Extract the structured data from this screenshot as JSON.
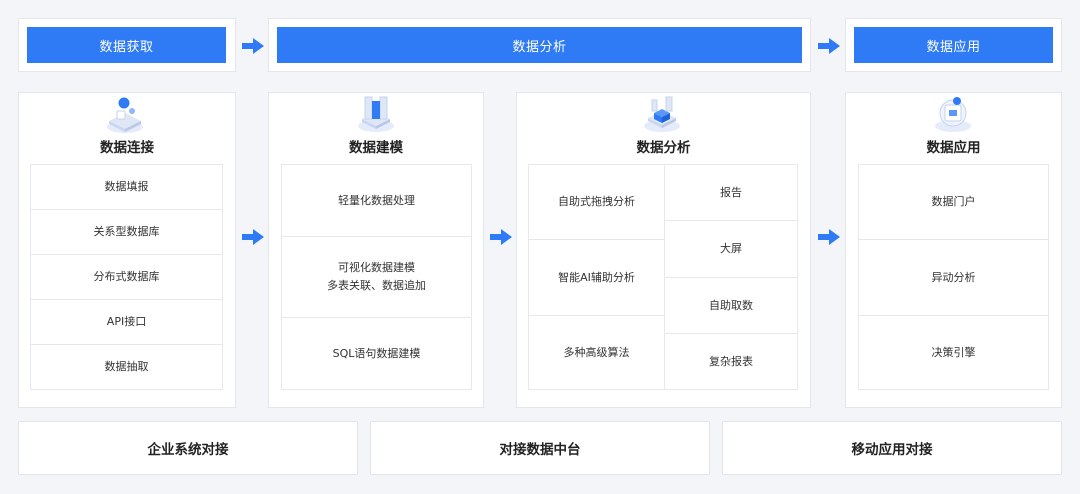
{
  "top_bar": {
    "acquire": "数据获取",
    "analyze": "数据分析",
    "apply": "数据应用"
  },
  "columns": {
    "connect": {
      "title": "数据连接",
      "items": [
        "数据填报",
        "关系型数据库",
        "分布式数据库",
        "API接口",
        "数据抽取"
      ]
    },
    "model": {
      "title": "数据建模",
      "items": [
        "轻量化数据处理",
        "可视化数据建模\n多表关联、数据追加",
        "SQL语句数据建模"
      ]
    },
    "analysis": {
      "title": "数据分析",
      "left_items": [
        "自助式拖拽分析",
        "智能AI辅助分析",
        "多种高级算法"
      ],
      "right_items": [
        "报告",
        "大屏",
        "自助取数",
        "复杂报表"
      ]
    },
    "apply": {
      "title": "数据应用",
      "items": [
        "数据门户",
        "异动分析",
        "决策引擎"
      ]
    }
  },
  "bottom": [
    "企业系统对接",
    "对接数据中台",
    "移动应用对接"
  ],
  "colors": {
    "accent": "#2f7bf6",
    "border": "#e3e6eb",
    "background": "#f3f5f8"
  },
  "icons": [
    "database-cube-icon",
    "model-cube-icon",
    "analysis-cube-icon",
    "application-cube-icon",
    "arrow-right-icon"
  ]
}
